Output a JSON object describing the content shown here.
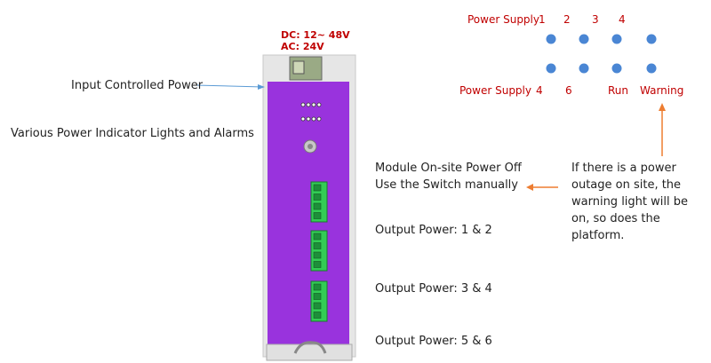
{
  "device": {
    "dc_spec": "DC: 12~ 48V",
    "ac_spec": "AC: 24V"
  },
  "labels": {
    "input_controlled_power": "Input Controlled Power",
    "indicator_lights": "Various Power Indicator Lights and Alarms",
    "module_power_off_1": "Module On-site Power Off",
    "module_power_off_2": "Use the Switch manually",
    "output_12": "Output Power: 1 & 2",
    "output_34": "Output Power:  3 & 4",
    "output_56": "Output Power: 5 & 6"
  },
  "led_legend": {
    "top_label": "Power Supply",
    "top_numbers": [
      "1",
      "2",
      "3",
      "4"
    ],
    "bottom_label": "Power Supply",
    "bottom_numbers": [
      "4",
      "6"
    ],
    "run": "Run",
    "warning": "Warning"
  },
  "warning_note": {
    "lines": [
      "If there is a power",
      "outage on site, the",
      "warning light will be",
      "on, so does the",
      "platform."
    ]
  },
  "colors": {
    "device_body": "#9933dd",
    "led": "#4a86d4",
    "accent_red": "#c00000",
    "arrow_orange": "#ed7d31",
    "arrow_blue": "#5b9bd5",
    "terminal_green": "#33cc55"
  }
}
